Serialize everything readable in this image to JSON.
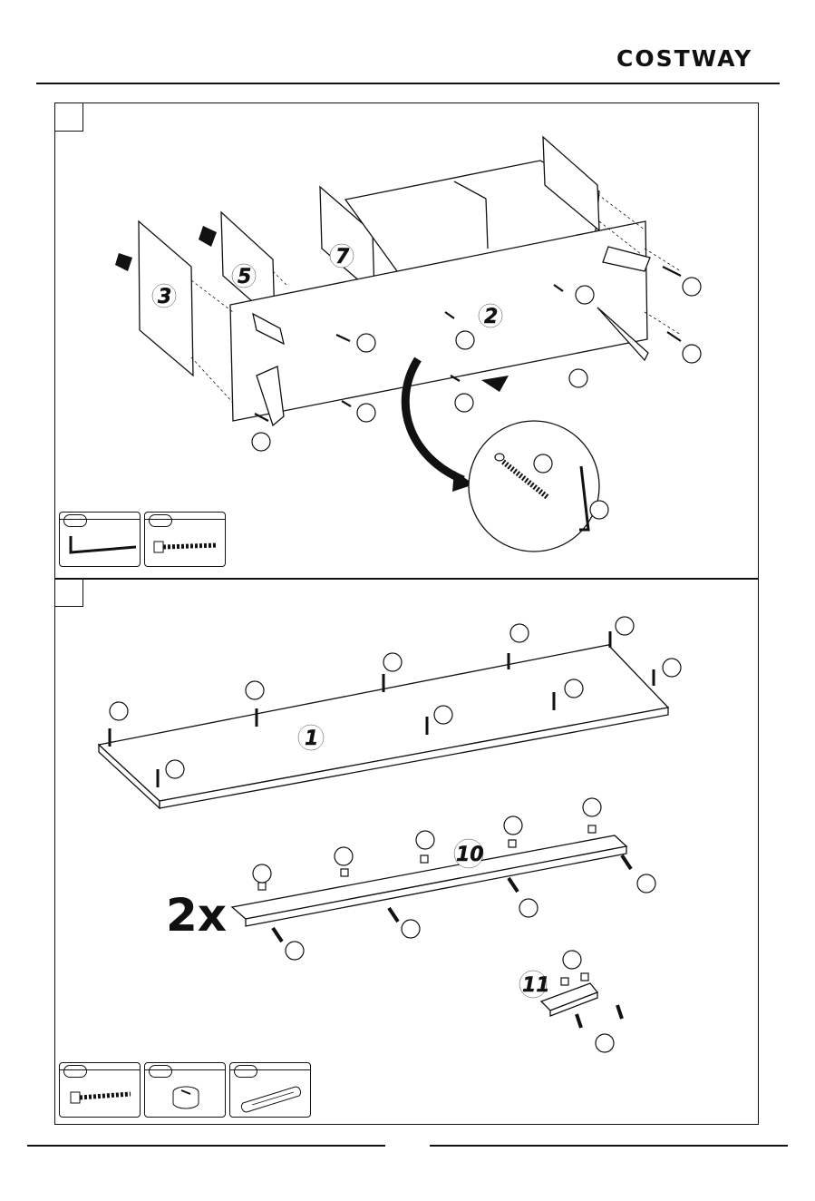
{
  "header": {
    "brand": "COSTWAY"
  },
  "step_a": {
    "panel_labels": [
      "3",
      "5",
      "7",
      "2"
    ],
    "legend": [
      {
        "icon": "allen-key-icon"
      },
      {
        "icon": "cam-bolt-icon"
      }
    ]
  },
  "step_b": {
    "panel_labels": [
      "1",
      "10",
      "11"
    ],
    "multiplier": "2x",
    "legend": [
      {
        "icon": "cam-bolt-icon"
      },
      {
        "icon": "cam-lock-icon"
      },
      {
        "icon": "wooden-dowel-icon"
      }
    ]
  },
  "colors": {
    "ink": "#111111",
    "background": "#ffffff"
  }
}
